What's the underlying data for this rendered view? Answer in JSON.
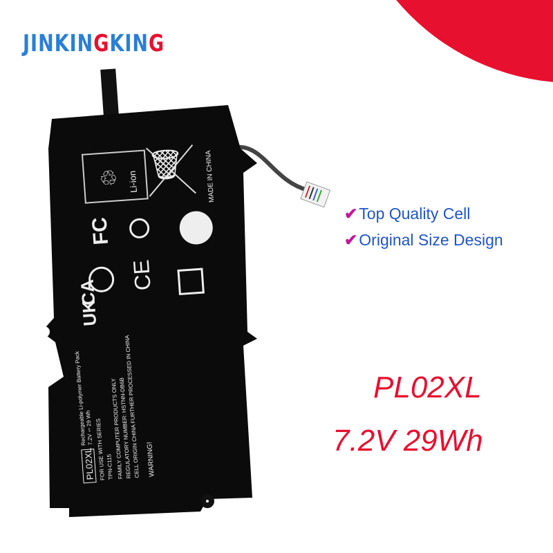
{
  "brand": {
    "logo_parts": [
      "JINKIN",
      "G",
      "KIN",
      "G"
    ],
    "logo_text": "JINKINGKING"
  },
  "colors": {
    "accent_red": "#e8102f",
    "brand_blue": "#2a7fd6",
    "feature_blue": "#1f55c8",
    "check_magenta": "#c0189a",
    "battery_black": "#0b0b0b"
  },
  "features": [
    {
      "icon": "checkmark-icon",
      "label": "Top Quality Cell"
    },
    {
      "icon": "checkmark-icon",
      "label": "Original Size Design"
    }
  ],
  "product": {
    "model": "PL02XL",
    "spec": "7.2V 29Wh"
  },
  "battery_label": {
    "model_box": "PL02XL",
    "lines": [
      "Rechargeable Li-polymer Battery Pack",
      "7.2V ⎓ 29 Wh",
      "FOR USE WITH SERIES",
      "TPN-C115",
      "FAMILY COMPUTER PRODUCTS ONLY",
      "REGULATORY NUMBER: HSTNN-DB6B",
      "CELL ORIGIN CHINA FURTHER PROCESSED IN CHINA"
    ],
    "warning": "WARNING!",
    "li_ion": "Li-ion",
    "made_in": "MADE IN CHINA",
    "ukca": [
      "UK",
      "CA"
    ],
    "fcc": "FC",
    "ce": "CE"
  }
}
